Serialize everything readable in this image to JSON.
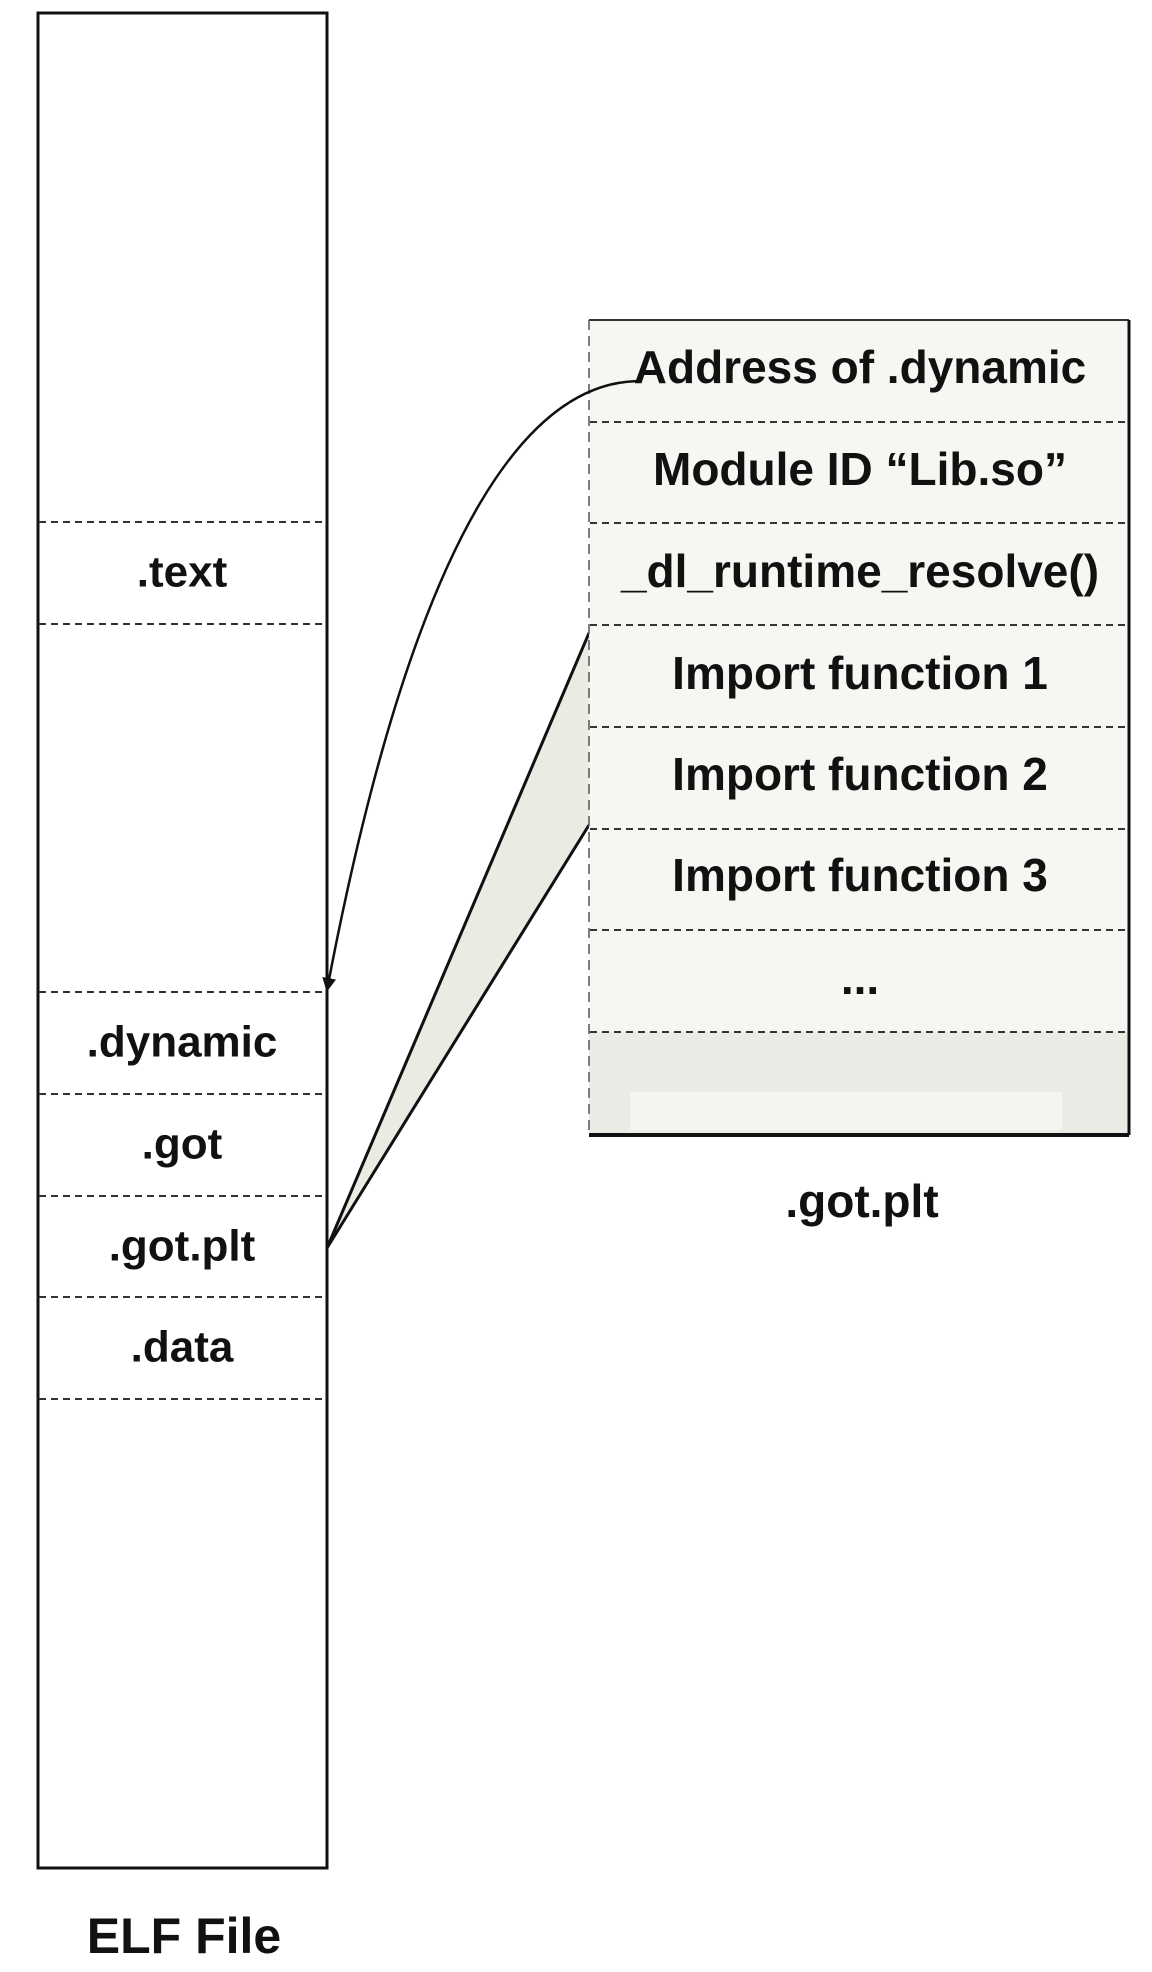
{
  "elf_file": {
    "caption": "ELF File",
    "sections": {
      "text": ".text",
      "dynamic": ".dynamic",
      "got": ".got",
      "got_plt": ".got.plt",
      "data": ".data"
    }
  },
  "got_plt_table": {
    "caption": ".got.plt",
    "entries": [
      "Address of .dynamic",
      "Module ID “Lib.so”",
      "_dl_runtime_resolve()",
      "Import function 1",
      "Import function 2",
      "Import function 3",
      "..."
    ]
  },
  "colors": {
    "line": "#111111",
    "table_fill": "#f6f6f3",
    "wedge_fill": "#ebebe3",
    "bottom_fill": "#ebebe6"
  }
}
